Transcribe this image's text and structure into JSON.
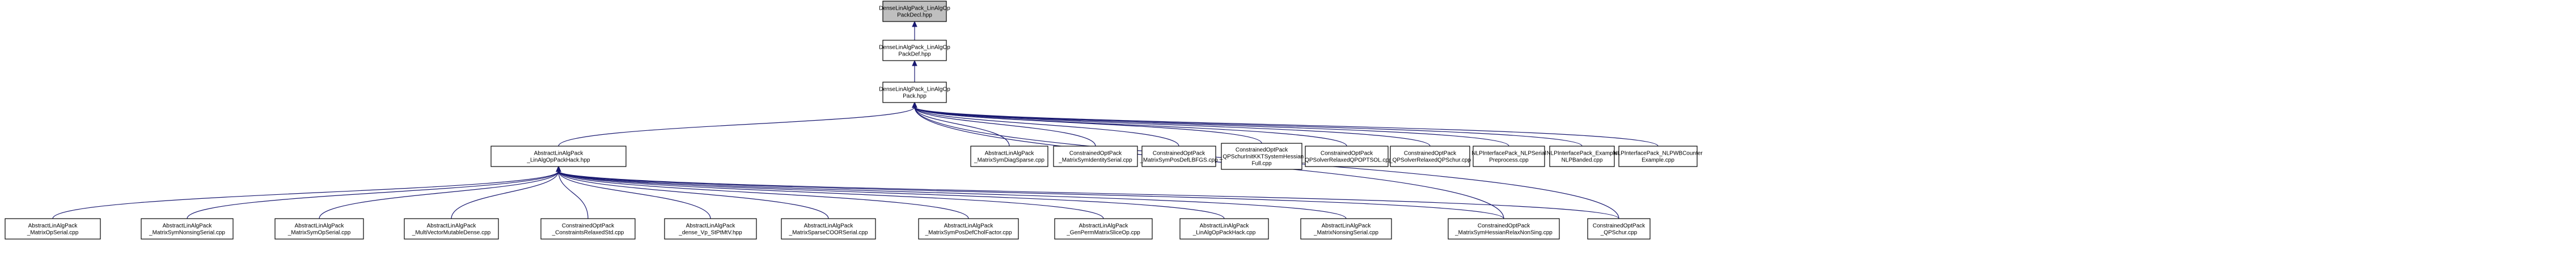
{
  "diagram": {
    "title": "",
    "colors": {
      "edge": "#191970",
      "root_fill": "#bfbfbf",
      "node_fill": "#ffffff",
      "node_stroke": "#000000"
    },
    "nodes": [
      {
        "id": "root",
        "lines": [
          "DenseLinAlgPack_LinAlgOp",
          "PackDecl.hpp"
        ],
        "highlight": true
      },
      {
        "id": "def",
        "lines": [
          "DenseLinAlgPack_LinAlgOp",
          "PackDef.hpp"
        ]
      },
      {
        "id": "pack",
        "lines": [
          "DenseLinAlgPack_LinAlgOp",
          "Pack.hpp"
        ]
      },
      {
        "id": "hack",
        "lines": [
          "AbstractLinAlgPack",
          "_LinAlgOpPackHack.hpp"
        ]
      },
      {
        "id": "diagsparse",
        "lines": [
          "AbstractLinAlgPack",
          "_MatrixSymDiagSparse.cpp"
        ]
      },
      {
        "id": "symident",
        "lines": [
          "ConstrainedOptPack",
          "_MatrixSymIdentitySerial.cpp"
        ]
      },
      {
        "id": "bfgs",
        "lines": [
          "ConstrainedOptPack",
          "_MatrixSymPosDefLBFGS.cpp"
        ]
      },
      {
        "id": "qpschur_kkt",
        "lines": [
          "ConstrainedOptPack",
          "_QPSchurInitKKTSystemHessian",
          "Full.cpp"
        ]
      },
      {
        "id": "qpopt",
        "lines": [
          "ConstrainedOptPack",
          "_QPSolverRelaxedQPOPTSOL.cpp"
        ]
      },
      {
        "id": "qpsolver_schur",
        "lines": [
          "ConstrainedOptPack",
          "_QPSolverRelaxedQPSchur.cpp"
        ]
      },
      {
        "id": "nlp_serial",
        "lines": [
          "NLPInterfacePack_NLPSerial",
          "Preprocess.cpp"
        ]
      },
      {
        "id": "nlp_banded",
        "lines": [
          "NLPInterfacePack_Example",
          "NLPBanded.cpp"
        ]
      },
      {
        "id": "nlp_counter",
        "lines": [
          "NLPInterfacePack_NLPWBCounter",
          "Example.cpp"
        ]
      },
      {
        "id": "matop",
        "lines": [
          "AbstractLinAlgPack",
          "_MatrixOpSerial.cpp"
        ]
      },
      {
        "id": "nonsing_sym",
        "lines": [
          "AbstractLinAlgPack",
          "_MatrixSymNonsingSerial.cpp"
        ]
      },
      {
        "id": "symop",
        "lines": [
          "AbstractLinAlgPack",
          "_MatrixSymOpSerial.cpp"
        ]
      },
      {
        "id": "multivec",
        "lines": [
          "AbstractLinAlgPack",
          "_MultiVectorMutableDense.cpp"
        ]
      },
      {
        "id": "relaxed",
        "lines": [
          "ConstrainedOptPack",
          "_ConstraintsRelaxedStd.cpp"
        ]
      },
      {
        "id": "dense_vp",
        "lines": [
          "AbstractLinAlgPack",
          "_dense_Vp_StPtMtV.hpp"
        ]
      },
      {
        "id": "coo",
        "lines": [
          "AbstractLinAlgPack",
          "_MatrixSparseCOORSerial.cpp"
        ]
      },
      {
        "id": "chol",
        "lines": [
          "AbstractLinAlgPack",
          "_MatrixSymPosDefCholFactor.cpp"
        ]
      },
      {
        "id": "genperm",
        "lines": [
          "AbstractLinAlgPack",
          "_GenPermMatrixSliceOp.cpp"
        ]
      },
      {
        "id": "hack_cpp",
        "lines": [
          "AbstractLinAlgPack",
          "_LinAlgOpPackHack.cpp"
        ]
      },
      {
        "id": "nonsing",
        "lines": [
          "AbstractLinAlgPack",
          "_MatrixNonsingSerial.cpp"
        ]
      },
      {
        "id": "relax_nonsing",
        "lines": [
          "ConstrainedOptPack",
          "_MatrixSymHessianRelaxNonSing.cpp"
        ]
      },
      {
        "id": "qpschur",
        "lines": [
          "ConstrainedOptPack",
          "_QPSchur.cpp"
        ]
      }
    ],
    "edges": [
      {
        "from": "def",
        "to": "root"
      },
      {
        "from": "pack",
        "to": "def"
      },
      {
        "from": "hack",
        "to": "pack"
      },
      {
        "from": "diagsparse",
        "to": "pack"
      },
      {
        "from": "symident",
        "to": "pack"
      },
      {
        "from": "bfgs",
        "to": "pack"
      },
      {
        "from": "qpschur_kkt",
        "to": "pack"
      },
      {
        "from": "qpopt",
        "to": "pack"
      },
      {
        "from": "qpsolver_schur",
        "to": "pack"
      },
      {
        "from": "nlp_serial",
        "to": "pack"
      },
      {
        "from": "nlp_banded",
        "to": "pack"
      },
      {
        "from": "nlp_counter",
        "to": "pack"
      },
      {
        "from": "relax_nonsing",
        "to": "pack"
      },
      {
        "from": "qpschur",
        "to": "pack"
      },
      {
        "from": "matop",
        "to": "hack"
      },
      {
        "from": "nonsing_sym",
        "to": "hack"
      },
      {
        "from": "symop",
        "to": "hack"
      },
      {
        "from": "multivec",
        "to": "hack"
      },
      {
        "from": "relaxed",
        "to": "hack"
      },
      {
        "from": "dense_vp",
        "to": "hack"
      },
      {
        "from": "coo",
        "to": "hack"
      },
      {
        "from": "chol",
        "to": "hack"
      },
      {
        "from": "genperm",
        "to": "hack"
      },
      {
        "from": "hack_cpp",
        "to": "hack"
      },
      {
        "from": "nonsing",
        "to": "hack"
      },
      {
        "from": "relax_nonsing",
        "to": "hack"
      },
      {
        "from": "qpschur",
        "to": "hack"
      }
    ]
  }
}
